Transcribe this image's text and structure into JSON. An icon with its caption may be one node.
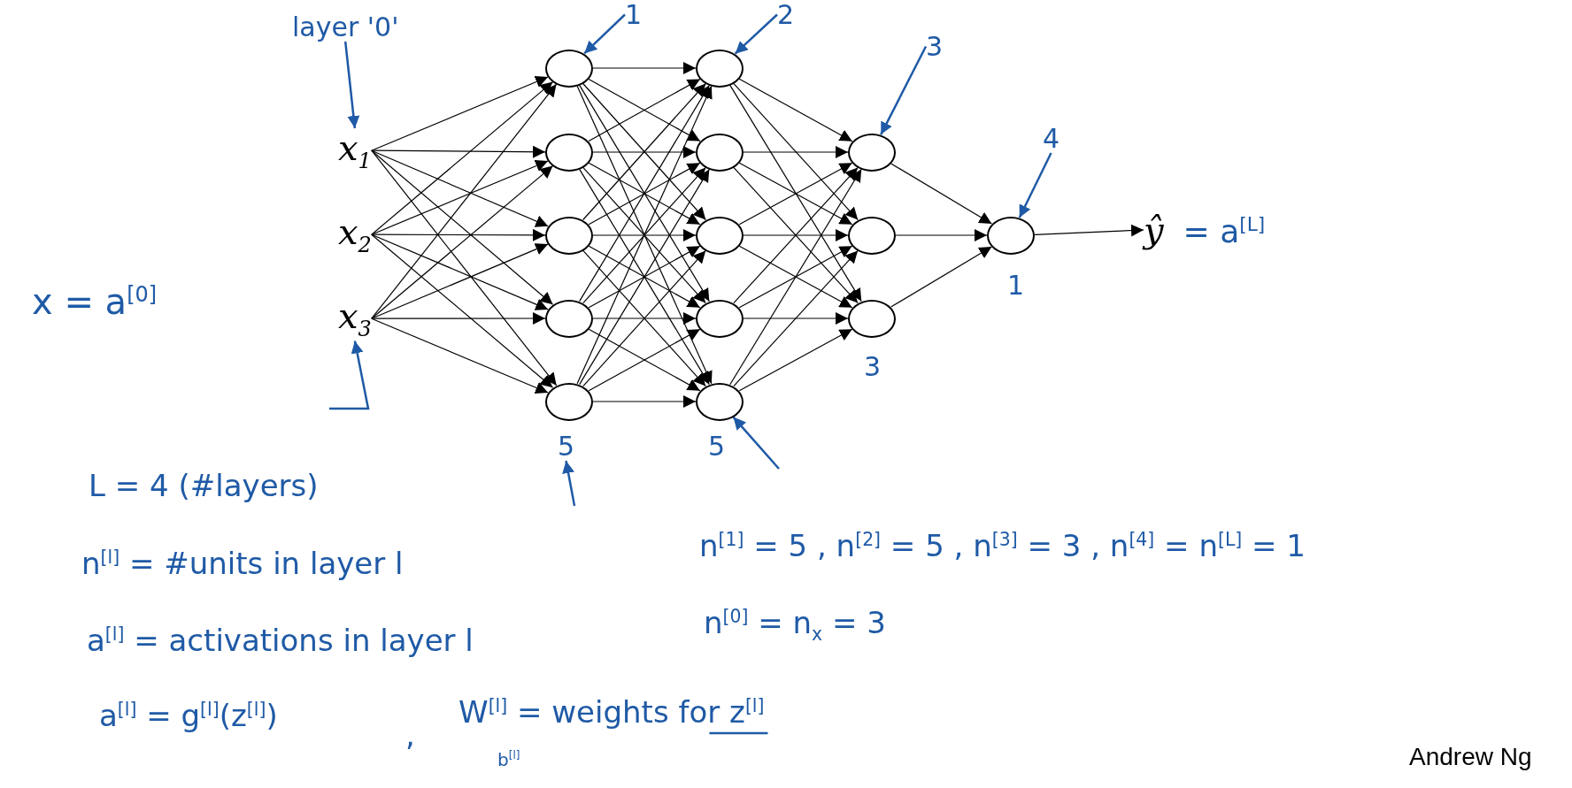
{
  "diagram": {
    "nodes": [
      {
        "text": [
          "x$_{1}$"
        ]
      },
      {
        "text": [
          "x$_{2}$"
        ]
      },
      {
        "text": [
          "x$_{3}$"
        ]
      },
      {
        "text": [],
        "shape": "circle"
      },
      {
        "text": [],
        "shape": "circle"
      },
      {
        "text": [],
        "shape": "circle"
      },
      {
        "text": [],
        "shape": "circle"
      },
      {
        "text": [],
        "shape": "circle"
      },
      {
        "text": [],
        "shape": "circle"
      },
      {
        "text": [],
        "shape": "circle"
      },
      {
        "text": [],
        "shape": "circle"
      },
      {
        "text": [],
        "shape": "circle"
      },
      {
        "text": [],
        "shape": "circle"
      },
      {
        "text": [],
        "shape": "circle"
      },
      {
        "text": [],
        "shape": "circle"
      },
      {
        "text": [],
        "shape": "circle"
      },
      {
        "text": [],
        "shape": "circle"
      },
      {
        "text": [
          "ŷ"
        ],
        "beside": [
          "= a$^{[L]}$"
        ]
      },
      {
        "text": [
          "layer '0'"
        ]
      },
      {
        "text": [
          "1"
        ]
      },
      {
        "text": [
          "2"
        ]
      },
      {
        "text": [
          "3"
        ]
      },
      {
        "text": [
          "4"
        ]
      },
      {
        "text": [
          "5"
        ]
      },
      {
        "text": [
          "5"
        ]
      },
      {
        "text": [
          "3"
        ]
      },
      {
        "text": [
          "1"
        ]
      }
    ],
    "edges": [
      {
        "from": 0,
        "to": 3,
        "arrow": "to"
      },
      {
        "from": 0,
        "to": 4,
        "arrow": "to"
      },
      {
        "from": 0,
        "to": 5,
        "arrow": "to"
      },
      {
        "from": 0,
        "to": 6,
        "arrow": "to"
      },
      {
        "from": 0,
        "to": 7,
        "arrow": "to"
      },
      {
        "from": 1,
        "to": 3,
        "arrow": "to"
      },
      {
        "from": 1,
        "to": 4,
        "arrow": "to"
      },
      {
        "from": 1,
        "to": 5,
        "arrow": "to"
      },
      {
        "from": 1,
        "to": 6,
        "arrow": "to"
      },
      {
        "from": 1,
        "to": 7,
        "arrow": "to"
      },
      {
        "from": 2,
        "to": 3,
        "arrow": "to"
      },
      {
        "from": 2,
        "to": 4,
        "arrow": "to"
      },
      {
        "from": 2,
        "to": 5,
        "arrow": "to"
      },
      {
        "from": 2,
        "to": 6,
        "arrow": "to"
      },
      {
        "from": 2,
        "to": 7,
        "arrow": "to"
      },
      {
        "from": 3,
        "to": 8,
        "arrow": "to"
      },
      {
        "from": 3,
        "to": 9,
        "arrow": "to"
      },
      {
        "from": 3,
        "to": 10,
        "arrow": "to"
      },
      {
        "from": 3,
        "to": 11,
        "arrow": "to"
      },
      {
        "from": 3,
        "to": 12,
        "arrow": "to"
      },
      {
        "from": 4,
        "to": 8,
        "arrow": "to"
      },
      {
        "from": 4,
        "to": 9,
        "arrow": "to"
      },
      {
        "from": 4,
        "to": 10,
        "arrow": "to"
      },
      {
        "from": 4,
        "to": 11,
        "arrow": "to"
      },
      {
        "from": 4,
        "to": 12,
        "arrow": "to"
      },
      {
        "from": 5,
        "to": 8,
        "arrow": "to"
      },
      {
        "from": 5,
        "to": 9,
        "arrow": "to"
      },
      {
        "from": 5,
        "to": 10,
        "arrow": "to"
      },
      {
        "from": 5,
        "to": 11,
        "arrow": "to"
      },
      {
        "from": 5,
        "to": 12,
        "arrow": "to"
      },
      {
        "from": 6,
        "to": 8,
        "arrow": "to"
      },
      {
        "from": 6,
        "to": 9,
        "arrow": "to"
      },
      {
        "from": 6,
        "to": 10,
        "arrow": "to"
      },
      {
        "from": 6,
        "to": 11,
        "arrow": "to"
      },
      {
        "from": 6,
        "to": 12,
        "arrow": "to"
      },
      {
        "from": 7,
        "to": 8,
        "arrow": "to"
      },
      {
        "from": 7,
        "to": 9,
        "arrow": "to"
      },
      {
        "from": 7,
        "to": 10,
        "arrow": "to"
      },
      {
        "from": 7,
        "to": 11,
        "arrow": "to"
      },
      {
        "from": 7,
        "to": 12,
        "arrow": "to"
      },
      {
        "from": 8,
        "to": 13,
        "arrow": "to"
      },
      {
        "from": 8,
        "to": 14,
        "arrow": "to"
      },
      {
        "from": 8,
        "to": 15,
        "arrow": "to"
      },
      {
        "from": 9,
        "to": 13,
        "arrow": "to"
      },
      {
        "from": 9,
        "to": 14,
        "arrow": "to"
      },
      {
        "from": 9,
        "to": 15,
        "arrow": "to"
      },
      {
        "from": 10,
        "to": 13,
        "arrow": "to"
      },
      {
        "from": 10,
        "to": 14,
        "arrow": "to"
      },
      {
        "from": 10,
        "to": 15,
        "arrow": "to"
      },
      {
        "from": 11,
        "to": 13,
        "arrow": "to"
      },
      {
        "from": 11,
        "to": 14,
        "arrow": "to"
      },
      {
        "from": 11,
        "to": 15,
        "arrow": "to"
      },
      {
        "from": 12,
        "to": 13,
        "arrow": "to"
      },
      {
        "from": 12,
        "to": 14,
        "arrow": "to"
      },
      {
        "from": 12,
        "to": 15,
        "arrow": "to"
      },
      {
        "from": 13,
        "to": 16,
        "arrow": "to"
      },
      {
        "from": 14,
        "to": 16,
        "arrow": "to"
      },
      {
        "from": 15,
        "to": 16,
        "arrow": "to"
      },
      {
        "from": 16,
        "to": 17,
        "arrow": "to"
      },
      {
        "from": 18,
        "to": 0,
        "arrow": "to",
        "color": "#1f5aa6"
      },
      {
        "from": 19,
        "to": 3,
        "arrow": "to",
        "color": "#1f5aa6"
      },
      {
        "from": 20,
        "to": 8,
        "arrow": "to",
        "color": "#1f5aa6"
      },
      {
        "from": 21,
        "to": 13,
        "arrow": "to",
        "color": "#1f5aa6"
      },
      {
        "from": 22,
        "to": 16,
        "arrow": "to",
        "color": "#1f5aa6"
      },
      {
        "from": null,
        "to": 2,
        "arrow": "to",
        "color": "#1f5aa6"
      },
      {
        "from": null,
        "to": 23,
        "arrow": "to",
        "color": "#1f5aa6"
      },
      {
        "from": null,
        "to": 12,
        "arrow": "to",
        "color": "#1f5aa6"
      }
    ],
    "labels": [
      "x = a$^{[0]}$",
      "L = 4 (#layers)",
      "n$^{[l]}$ = #units in layer l",
      "a$^{[l]}$ = activations in layer l",
      "a$^{[l]}$ = g$^{[l]}$(z$^{[l]}$)",
      ",",
      "W$^{[l]}$ = weights for z$^{[l]}$",
      "b$^{[l]}$",
      "n$^{[1]}$ = 5 , n$^{[2]}$ = 5 , n$^{[3]}$ = 3 , n$^{[4]}$ = n$^{[L]}$ = 1",
      "n$^{[0]}$ = n$_{x}$ = 3",
      "Andrew Ng"
    ]
  }
}
